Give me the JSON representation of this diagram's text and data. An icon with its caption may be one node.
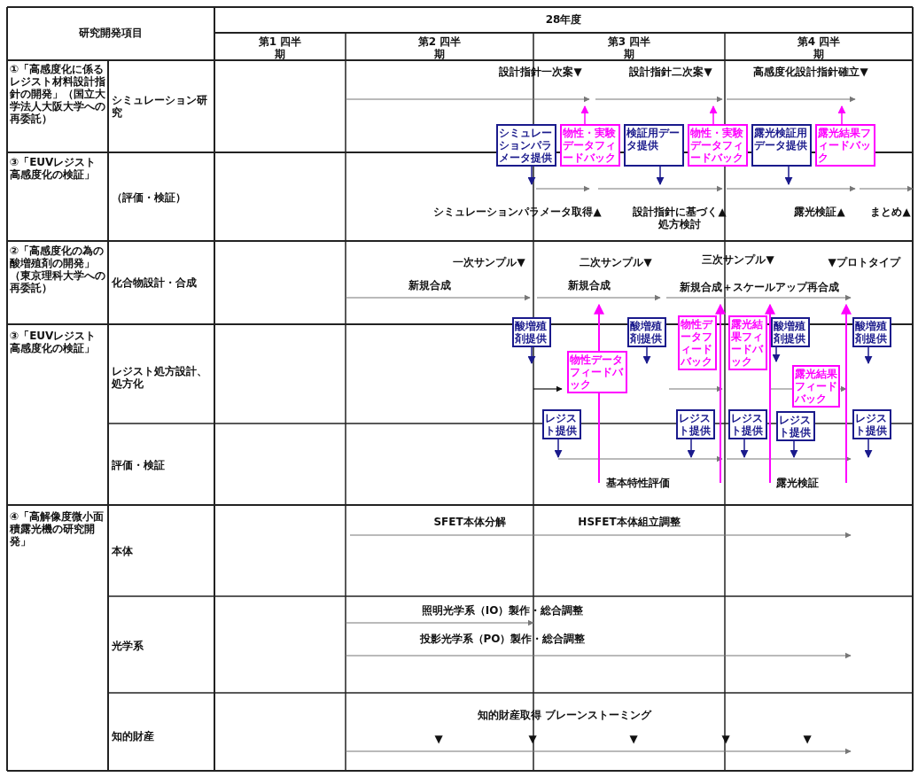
{
  "diagram": {
    "nodes": [
      {
        "text": [
          "シミュレーションパラメータ提供"
        ]
      },
      {
        "text": [
          "物性・実験データフィードバック"
        ]
      },
      {
        "text": [
          "検証用データ提供"
        ]
      },
      {
        "text": [
          "物性・実験データフィードバック"
        ]
      },
      {
        "text": [
          "露光検証用データ提供"
        ]
      },
      {
        "text": [
          "露光結果フィードバック"
        ]
      },
      {
        "text": [
          "酸増殖剤提供"
        ]
      },
      {
        "text": [
          "酸増殖剤提供"
        ]
      },
      {
        "text": [
          "酸増殖剤提供"
        ]
      },
      {
        "text": [
          "酸増殖剤提供"
        ]
      },
      {
        "text": [
          "物性データフィードバック"
        ]
      },
      {
        "text": [
          "物性データフィードバック"
        ]
      },
      {
        "text": [
          "露光結果フィードバック"
        ]
      },
      {
        "text": [
          "露光結果フィードバック"
        ]
      },
      {
        "text": [
          "レジスト提供"
        ]
      },
      {
        "text": [
          "レジスト提供"
        ]
      },
      {
        "text": [
          "レジスト提供"
        ]
      },
      {
        "text": [
          "レジスト提供"
        ]
      },
      {
        "text": [
          "レジスト提供"
        ]
      }
    ],
    "edges": [
      {
        "from": 0,
        "to": null,
        "arrow": "to"
      },
      {
        "from": 1,
        "to": null,
        "arrow": "to",
        "color": "#ff00ff"
      },
      {
        "from": 2,
        "to": null,
        "arrow": "to"
      },
      {
        "from": 3,
        "to": null,
        "arrow": "to",
        "color": "#ff00ff"
      },
      {
        "from": 4,
        "to": null,
        "arrow": "to"
      },
      {
        "from": 5,
        "to": null,
        "arrow": "to",
        "color": "#ff00ff"
      },
      {
        "from": 6,
        "to": null,
        "arrow": "to"
      },
      {
        "from": 7,
        "to": null,
        "arrow": "to"
      },
      {
        "from": 8,
        "to": null,
        "arrow": "to"
      },
      {
        "from": 9,
        "to": null,
        "arrow": "to"
      },
      {
        "from": 14,
        "to": null,
        "arrow": "to"
      },
      {
        "from": 15,
        "to": null,
        "arrow": "to"
      },
      {
        "from": 16,
        "to": null,
        "arrow": "to"
      },
      {
        "from": 17,
        "to": null,
        "arrow": "to"
      },
      {
        "from": 18,
        "to": null,
        "arrow": "to"
      }
    ],
    "labels": [
      "研究開発項目",
      "28年度",
      "第1 四半期",
      "第2 四半期",
      "第3 四半期",
      "第4 四半期",
      "①「高感度化に係るレジスト材料設計指針の開発」（国立大学法人大阪大学への再委託）",
      "シミュレーション研究",
      "設計指針一次案▼",
      "設計指針二次案▼",
      "高感度化設計指針確立▼",
      "③「EUVレジスト高感度化の検証」",
      "（評価・検証）",
      "シミュレーションパラメータ取得▲",
      "設計指針に基づく▲処方検討",
      "露光検証▲",
      "まとめ▲",
      "②「高感度化の為の酸増殖剤の開発」（東京理科大学への再委託）",
      "化合物設計・合成",
      "一次サンプル▼",
      "二次サンプル▼",
      "三次サンプル▼",
      "▼プロトタイプ",
      "新規合成",
      "新規合成",
      "新規合成＋スケールアップ再合成",
      "③「EUVレジスト高感度化の検証」",
      "レジスト処方設計、処方化",
      "評価・検証",
      "基本特性評価",
      "露光検証",
      "④「高解像度微小面積露光機の研究開発」",
      "本体",
      "SFET本体分解",
      "HSFET本体組立調整",
      "光学系",
      "照明光学系（IO）製作・総合調整",
      "投影光学系（PO）製作・総合調整",
      "知的財産",
      "知的財産取得 ブレーンストーミング",
      "▼",
      "▼",
      "▼",
      "▼",
      "▼"
    ]
  }
}
